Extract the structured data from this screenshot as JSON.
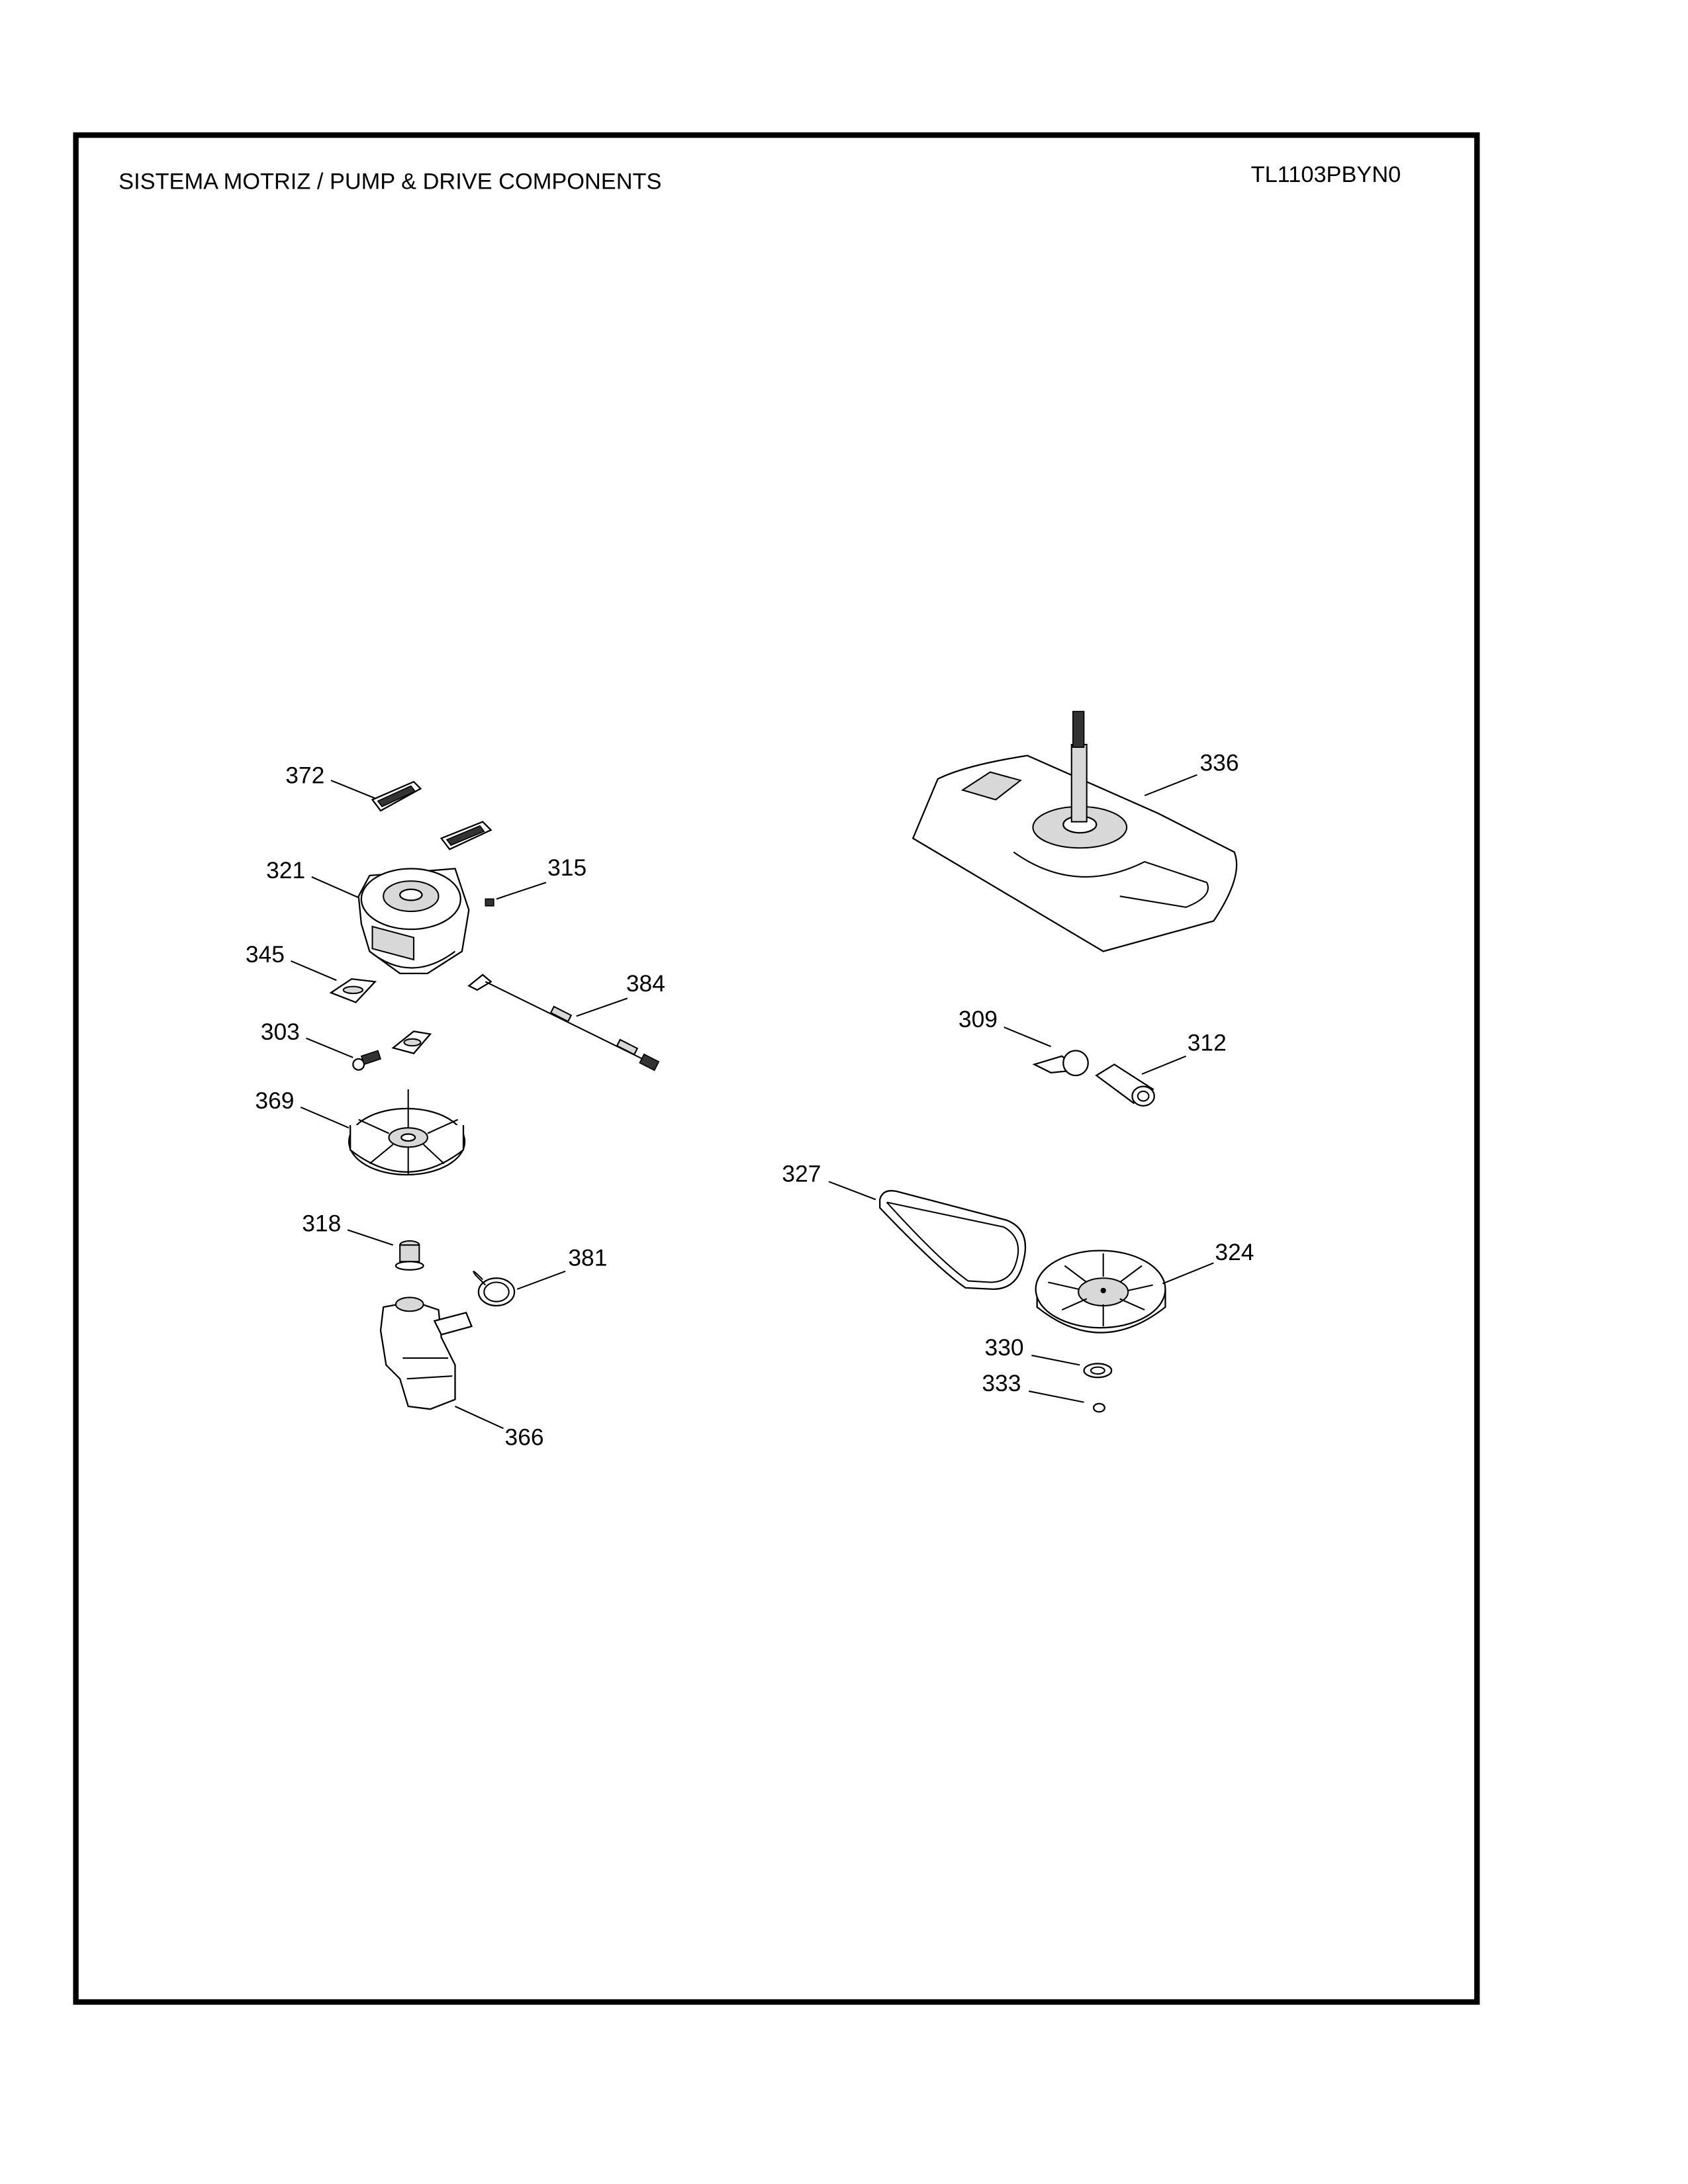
{
  "header": {
    "title": "SISTEMA MOTRIZ / PUMP  &  DRIVE COMPONENTS",
    "model": "TL1103PBYN0"
  },
  "parts": {
    "p372": "372",
    "p321": "321",
    "p315": "315",
    "p345": "345",
    "p384": "384",
    "p303": "303",
    "p369": "369",
    "p318": "318",
    "p381": "381",
    "p366": "366",
    "p336": "336",
    "p309": "309",
    "p312": "312",
    "p327": "327",
    "p324": "324",
    "p330": "330",
    "p333": "333"
  }
}
